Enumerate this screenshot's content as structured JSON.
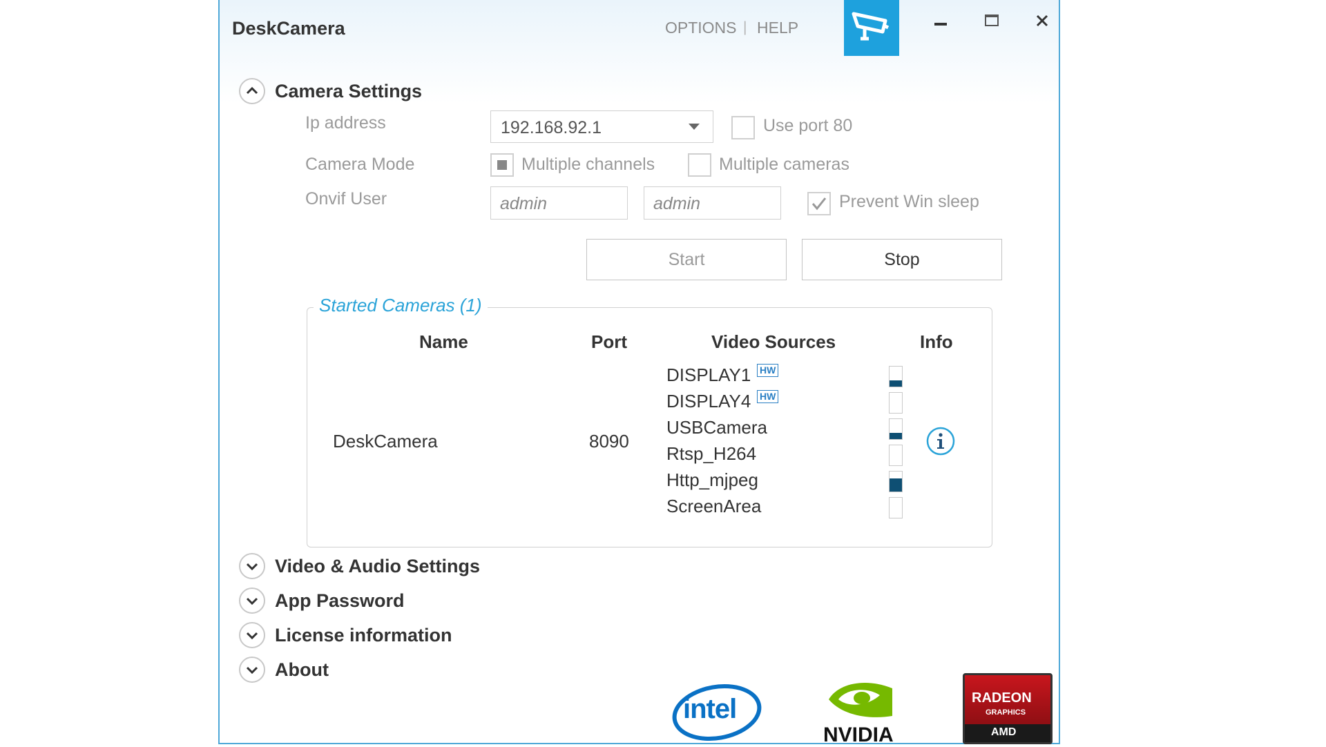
{
  "window": {
    "title": "DeskCamera",
    "menu": {
      "options": "OPTIONS",
      "separator": "|",
      "help": "HELP"
    },
    "controls": [
      "minimize",
      "maximize",
      "close"
    ]
  },
  "camera_settings": {
    "header": "Camera Settings",
    "ip_label": "Ip address",
    "ip_value": "192.168.92.1",
    "use_port_80": {
      "label": "Use port 80",
      "checked": false
    },
    "mode_label": "Camera Mode",
    "multiple_channels": {
      "label": "Multiple channels",
      "checked": true
    },
    "multiple_cameras": {
      "label": "Multiple cameras",
      "checked": false
    },
    "onvif_label": "Onvif User",
    "onvif_user": "admin",
    "onvif_password": "admin",
    "prevent_sleep": {
      "label": "Prevent Win sleep",
      "checked": true
    },
    "start_label": "Start",
    "stop_label": "Stop"
  },
  "started_cameras": {
    "title": "Started Cameras (1)",
    "columns": {
      "name": "Name",
      "port": "Port",
      "video_sources": "Video Sources",
      "info": "Info"
    },
    "rows": [
      {
        "name": "DeskCamera",
        "port": "8090",
        "sources": [
          {
            "name": "DISPLAY1",
            "badge": "HW",
            "level": 0.3
          },
          {
            "name": "DISPLAY4",
            "badge": "HW",
            "level": 0.0
          },
          {
            "name": "USBCamera",
            "badge": "",
            "level": 0.3
          },
          {
            "name": "Rtsp_H264",
            "badge": "",
            "level": 0.0
          },
          {
            "name": "Http_mjpeg",
            "badge": "",
            "level": 0.65
          },
          {
            "name": "ScreenArea",
            "badge": "",
            "level": 0.0
          }
        ]
      }
    ]
  },
  "sections": {
    "video_audio": "Video & Audio Settings",
    "app_password": "App Password",
    "license": "License information",
    "about": "About"
  },
  "logos": {
    "intel": "intel",
    "nvidia": "NVIDIA",
    "radeon": "RADEON",
    "radeon_sub": "GRAPHICS",
    "amd": "AMD"
  },
  "colors": {
    "accent": "#1ea1dd",
    "level_fill": "#0e4f73",
    "legend": "#2aa3d8"
  }
}
